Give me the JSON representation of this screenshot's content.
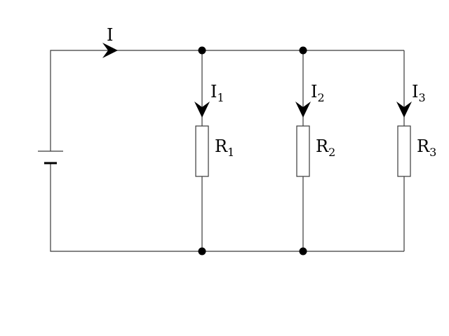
{
  "circuit": {
    "total_current": {
      "letter": "I"
    },
    "branches": [
      {
        "current": {
          "letter": "I",
          "sub": "1"
        },
        "resistor": {
          "letter": "R",
          "sub": "1"
        }
      },
      {
        "current": {
          "letter": "I",
          "sub": "2"
        },
        "resistor": {
          "letter": "R",
          "sub": "2"
        }
      },
      {
        "current": {
          "letter": "I",
          "sub": "3"
        },
        "resistor": {
          "letter": "R",
          "sub": "3"
        }
      }
    ]
  }
}
